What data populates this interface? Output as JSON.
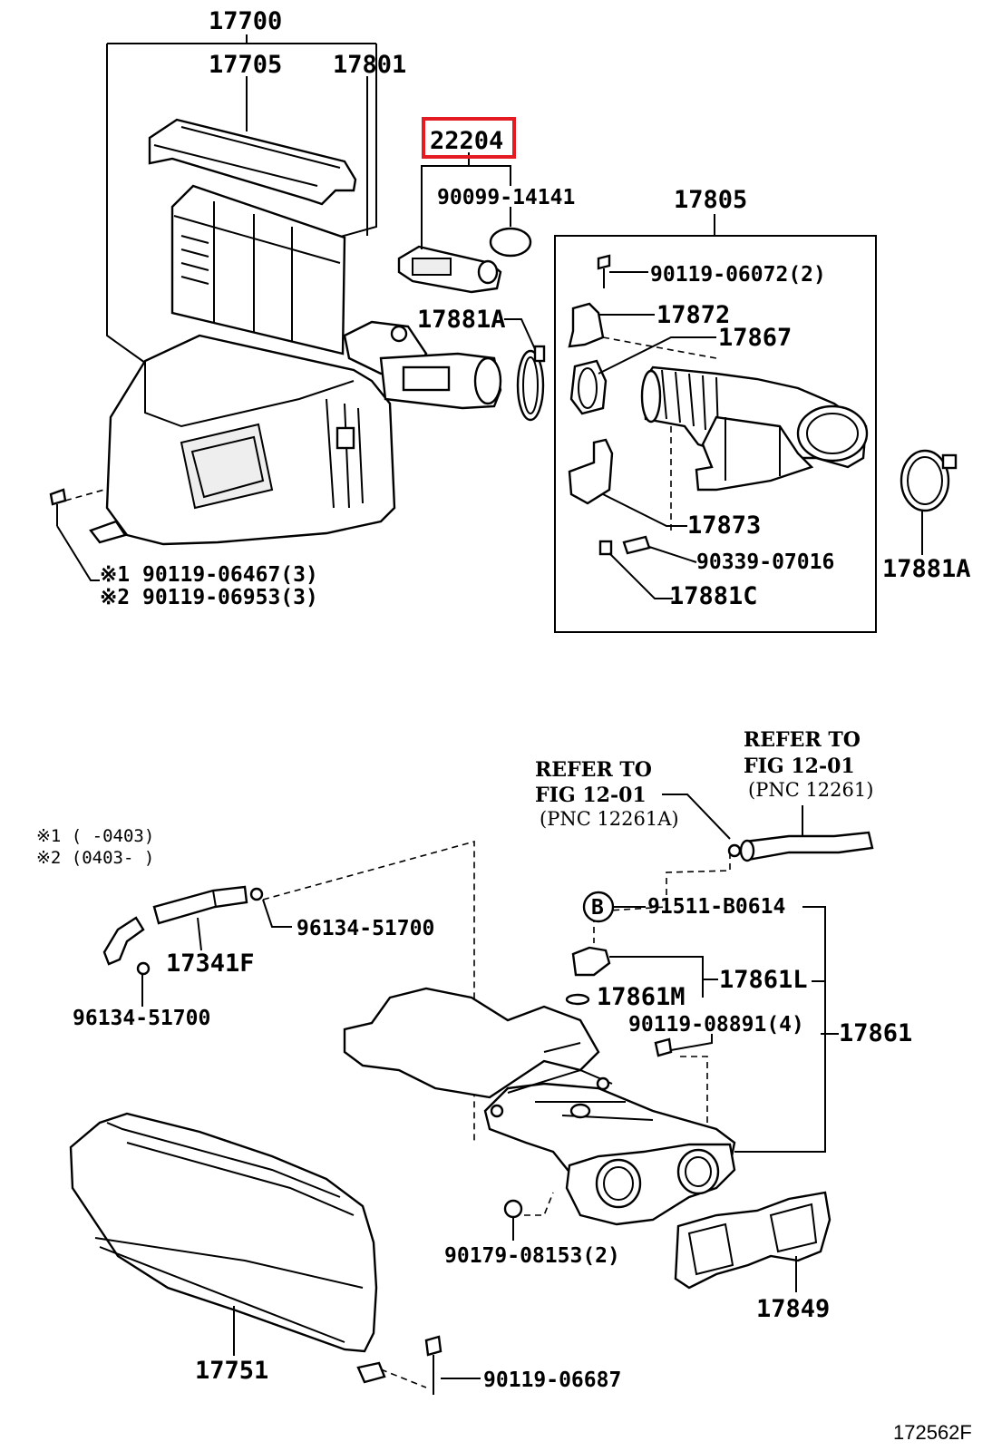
{
  "highlight_color": "#e41b23",
  "labels": {
    "p17700": "17700",
    "p17705": "17705",
    "p17801": "17801",
    "p22204": "22204",
    "p90099": "90099-14141",
    "p17805": "17805",
    "p90119_06072": "90119-06072(2)",
    "p17872": "17872",
    "p17881A_left": "17881A",
    "p17867": "17867",
    "p17873": "17873",
    "p90339": "90339-07016",
    "p17881A_right": "17881A",
    "p17881C": "17881C",
    "bolt_a": "※1 90119-06467(3)",
    "bolt_b": "※2 90119-06953(3)",
    "ref1_l1": "REFER TO",
    "ref1_l2": "FIG 12-01",
    "ref1_l3": "(PNC 12261A)",
    "ref2_l1": "REFER TO",
    "ref2_l2": "FIG 12-01",
    "ref2_l3": "(PNC 12261)",
    "note1": "※1 (     -0403)",
    "note2": "※2 (0403-     )",
    "p96134_a": "96134-51700",
    "p17341F": "17341F",
    "p96134_b": "96134-51700",
    "circle_b": "B",
    "p91511": "91511-B0614",
    "p17861L": "17861L",
    "p17861M": "17861M",
    "p90119_08891": "90119-08891(4)",
    "p17861": "17861",
    "p90179": "90179-08153(2)",
    "p17849": "17849",
    "p17751": "17751",
    "p90119_06687": "90119-06687",
    "figure_id": "172562F"
  }
}
